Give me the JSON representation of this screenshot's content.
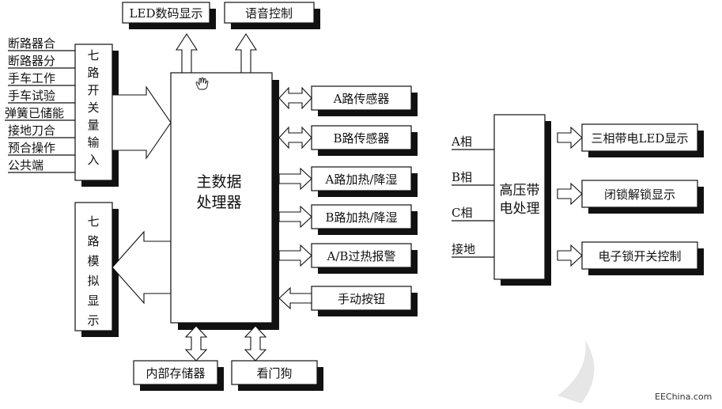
{
  "top_outputs": [
    "LED数码显示",
    "语音控制"
  ],
  "inputs": {
    "labels": [
      "断路器合",
      "断路器分",
      "手车工作",
      "手车试验",
      "弹簧已储能",
      "接地刀合",
      "预合操作",
      "公共端"
    ],
    "block_label": "七路开关量输入"
  },
  "analog_block_label": "七路模拟显示",
  "main_processor_label": "主数据处理器",
  "right_peripherals": [
    "A路传感器",
    "B路传感器",
    "A路加热/降湿",
    "B路加热/降湿",
    "A/B过热报警",
    "手动按钮"
  ],
  "bottom_peripherals": [
    "内部存储器",
    "看门狗"
  ],
  "hv_section": {
    "processor_label": "高压带电处理",
    "phase_inputs": [
      "A相",
      "B相",
      "C相",
      "接地"
    ],
    "outputs": [
      "三相带电LED显示",
      "闭锁解锁显示",
      "电子锁开关控制"
    ]
  },
  "watermark": "EEChina.com",
  "colors": {
    "line": "#111111",
    "fill": "#ffffff",
    "shadow": "#111111"
  }
}
